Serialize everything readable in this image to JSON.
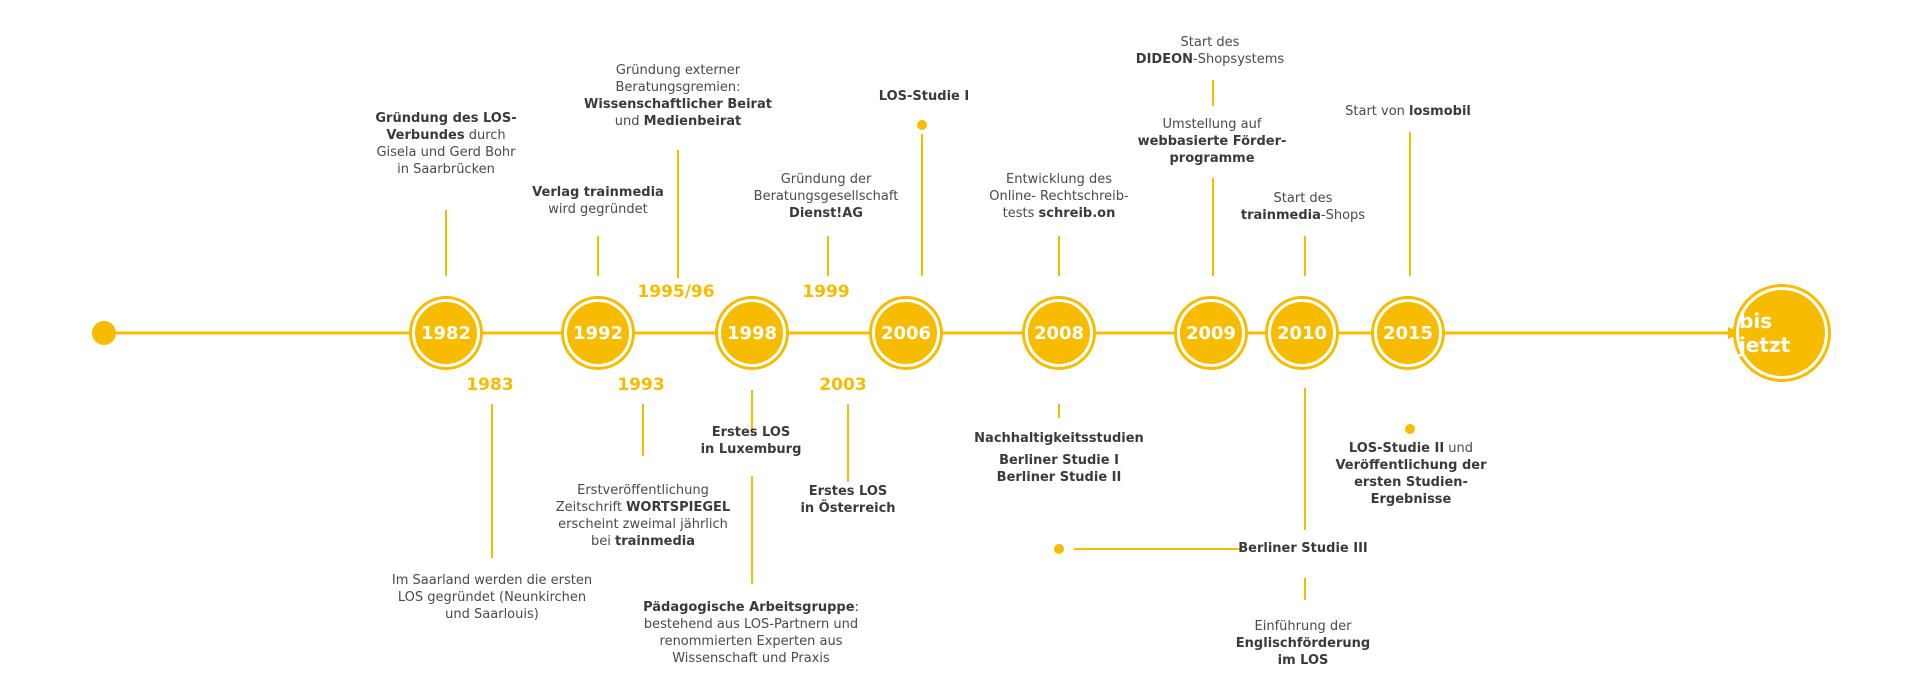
{
  "colors": {
    "accent": "#f7bc00",
    "text": "#4a4a4a"
  },
  "nodes": [
    {
      "id": "1982",
      "label": "1982"
    },
    {
      "id": "1992",
      "label": "1992"
    },
    {
      "id": "1998",
      "label": "1998"
    },
    {
      "id": "2006",
      "label": "2006"
    },
    {
      "id": "2008",
      "label": "2008"
    },
    {
      "id": "2009",
      "label": "2009"
    },
    {
      "id": "2010",
      "label": "2010"
    },
    {
      "id": "2015",
      "label": "2015"
    },
    {
      "id": "now",
      "label": "bis jetzt"
    }
  ],
  "years": [
    {
      "id": "1995",
      "label": "1995/96"
    },
    {
      "id": "1999",
      "label": "1999"
    },
    {
      "id": "1983",
      "label": "1983"
    },
    {
      "id": "1993",
      "label": "1993"
    },
    {
      "id": "2003",
      "label": "2003"
    }
  ],
  "events": [
    {
      "id": "e1982",
      "lines": [
        [
          {
            "b": true,
            "t": "Gründung des LOS-"
          }
        ],
        [
          {
            "b": true,
            "t": "Verbundes"
          },
          {
            "b": false,
            "t": " durch"
          }
        ],
        [
          {
            "b": false,
            "t": "Gisela und Gerd Bohr"
          }
        ],
        [
          {
            "b": false,
            "t": "in Saarbrücken"
          }
        ]
      ]
    },
    {
      "id": "e1992",
      "lines": [
        [
          {
            "b": true,
            "t": "Verlag trainmedia"
          }
        ],
        [
          {
            "b": false,
            "t": "wird gegründet"
          }
        ]
      ]
    },
    {
      "id": "e1995",
      "lines": [
        [
          {
            "b": false,
            "t": "Gründung externer"
          }
        ],
        [
          {
            "b": false,
            "t": "Beratungsgremien:"
          }
        ],
        [
          {
            "b": true,
            "t": "Wissenschaftlicher Beirat"
          }
        ],
        [
          {
            "b": false,
            "t": "und "
          },
          {
            "b": true,
            "t": "Medienbeirat"
          }
        ]
      ]
    },
    {
      "id": "e1999",
      "lines": [
        [
          {
            "b": false,
            "t": "Gründung der"
          }
        ],
        [
          {
            "b": false,
            "t": "Beratungsgesellschaft"
          }
        ],
        [
          {
            "b": true,
            "t": "Dienst!AG"
          }
        ]
      ]
    },
    {
      "id": "e2006",
      "lines": [
        [
          {
            "b": true,
            "t": "LOS-Studie I"
          }
        ]
      ]
    },
    {
      "id": "e2008",
      "lines": [
        [
          {
            "b": false,
            "t": "Entwicklung des"
          }
        ],
        [
          {
            "b": false,
            "t": "Online- Rechtschreib-"
          }
        ],
        [
          {
            "b": false,
            "t": "tests "
          },
          {
            "b": true,
            "t": "schreib.on"
          }
        ]
      ]
    },
    {
      "id": "e2009a",
      "lines": [
        [
          {
            "b": false,
            "t": "Start des"
          }
        ],
        [
          {
            "b": true,
            "t": "DIDEON"
          },
          {
            "b": false,
            "t": "-Shopsystems"
          }
        ]
      ]
    },
    {
      "id": "e2009b",
      "lines": [
        [
          {
            "b": false,
            "t": "Umstellung auf"
          }
        ],
        [
          {
            "b": true,
            "t": "webbasierte Förder-"
          }
        ],
        [
          {
            "b": true,
            "t": "programme"
          }
        ]
      ]
    },
    {
      "id": "e2010",
      "lines": [
        [
          {
            "b": false,
            "t": "Start des"
          }
        ],
        [
          {
            "b": true,
            "t": "trainmedia"
          },
          {
            "b": false,
            "t": "-Shops"
          }
        ]
      ]
    },
    {
      "id": "e2015",
      "lines": [
        [
          {
            "b": false,
            "t": "Start von "
          },
          {
            "b": true,
            "t": "losmobil"
          }
        ]
      ]
    },
    {
      "id": "e1983",
      "lines": [
        [
          {
            "b": false,
            "t": "Im Saarland werden die ersten"
          }
        ],
        [
          {
            "b": false,
            "t": "LOS gegründet (Neunkirchen"
          }
        ],
        [
          {
            "b": false,
            "t": "und Saarlouis)"
          }
        ]
      ]
    },
    {
      "id": "e1993",
      "lines": [
        [
          {
            "b": false,
            "t": "Erstveröffentlichung"
          }
        ],
        [
          {
            "b": false,
            "t": "Zeitschrift "
          },
          {
            "b": true,
            "t": "WORTSPIEGEL"
          }
        ],
        [
          {
            "b": false,
            "t": "erscheint zweimal jährlich"
          }
        ],
        [
          {
            "b": false,
            "t": "bei "
          },
          {
            "b": true,
            "t": "trainmedia"
          }
        ]
      ]
    },
    {
      "id": "e1998a",
      "lines": [
        [
          {
            "b": true,
            "t": "Erstes LOS"
          }
        ],
        [
          {
            "b": true,
            "t": "in Luxemburg"
          }
        ]
      ]
    },
    {
      "id": "e1998b",
      "lines": [
        [
          {
            "b": true,
            "t": "Pädagogische Arbeitsgruppe"
          },
          {
            "b": false,
            "t": ":"
          }
        ],
        [
          {
            "b": false,
            "t": "bestehend aus LOS-Partnern und"
          }
        ],
        [
          {
            "b": false,
            "t": "renommierten Experten aus"
          }
        ],
        [
          {
            "b": false,
            "t": "Wissenschaft und Praxis"
          }
        ]
      ]
    },
    {
      "id": "e2003",
      "lines": [
        [
          {
            "b": true,
            "t": "Erstes LOS"
          }
        ],
        [
          {
            "b": true,
            "t": "in Österreich"
          }
        ]
      ]
    },
    {
      "id": "e2008b",
      "lines": [
        [
          {
            "b": true,
            "t": "Nachhaltigkeitsstudien"
          }
        ]
      ]
    },
    {
      "id": "e2008c",
      "lines": [
        [
          {
            "b": true,
            "t": "Berliner Studie I"
          }
        ],
        [
          {
            "b": true,
            "t": "Berliner Studie II"
          }
        ]
      ]
    },
    {
      "id": "e2010b",
      "lines": [
        [
          {
            "b": true,
            "t": "Berliner Studie III"
          }
        ]
      ]
    },
    {
      "id": "e2010c",
      "lines": [
        [
          {
            "b": false,
            "t": "Einführung der"
          }
        ],
        [
          {
            "b": true,
            "t": "Englischförderung"
          }
        ],
        [
          {
            "b": true,
            "t": "im LOS"
          }
        ]
      ]
    },
    {
      "id": "e2015b",
      "lines": [
        [
          {
            "b": true,
            "t": "LOS-Studie II"
          },
          {
            "b": false,
            "t": " und"
          }
        ],
        [
          {
            "b": true,
            "t": "Veröffentlichung der"
          }
        ],
        [
          {
            "b": true,
            "t": "ersten Studien-"
          }
        ],
        [
          {
            "b": true,
            "t": "Ergebnisse"
          }
        ]
      ]
    }
  ]
}
